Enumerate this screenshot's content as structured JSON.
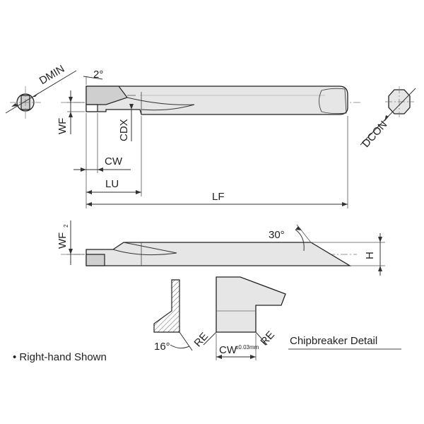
{
  "labels": {
    "dmin": "DMIN",
    "angle_2": "2°",
    "wf": "WF",
    "cdx": "CDX",
    "cw": "CW",
    "lu": "LU",
    "lf": "LF",
    "dcon": "DCON",
    "wf2": "WF",
    "wf2_sub": "2",
    "angle_30": "30°",
    "h": "H",
    "re_left": "RE",
    "re_right": "RE",
    "angle_16": "16°",
    "cw_detail": "CW",
    "cw_tolerance": "±0.03mm",
    "chipbreaker": "Chipbreaker Detail",
    "right_hand": "• Right-hand Shown"
  },
  "colors": {
    "line": "#222222",
    "fill_light": "#e6e6e6",
    "fill_dark": "#cfcfcf",
    "background": "#ffffff"
  }
}
